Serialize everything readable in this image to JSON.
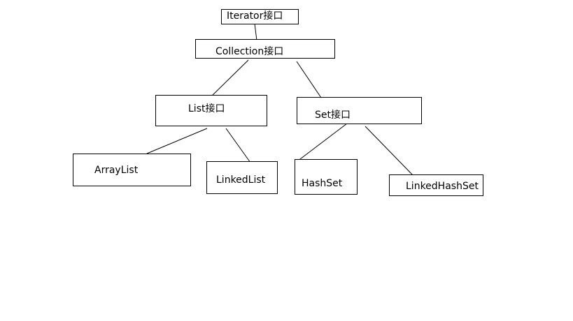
{
  "diagram": {
    "nodes": {
      "iterator": {
        "label": "Iterator接口"
      },
      "collection": {
        "label": "Collection接口"
      },
      "list": {
        "label": "List接口"
      },
      "set": {
        "label": "Set接口"
      },
      "arraylist": {
        "label": "ArrayList"
      },
      "linkedlist": {
        "label": "LinkedList"
      },
      "hashset": {
        "label": "HashSet"
      },
      "linkedhashset": {
        "label": "LinkedHashSet"
      }
    },
    "edges": [
      {
        "from": "iterator",
        "to": "collection"
      },
      {
        "from": "collection",
        "to": "list"
      },
      {
        "from": "collection",
        "to": "set"
      },
      {
        "from": "list",
        "to": "arraylist"
      },
      {
        "from": "list",
        "to": "linkedlist"
      },
      {
        "from": "set",
        "to": "hashset"
      },
      {
        "from": "set",
        "to": "linkedhashset"
      }
    ],
    "colors": {
      "line": "#000000",
      "background": "#ffffff"
    }
  }
}
